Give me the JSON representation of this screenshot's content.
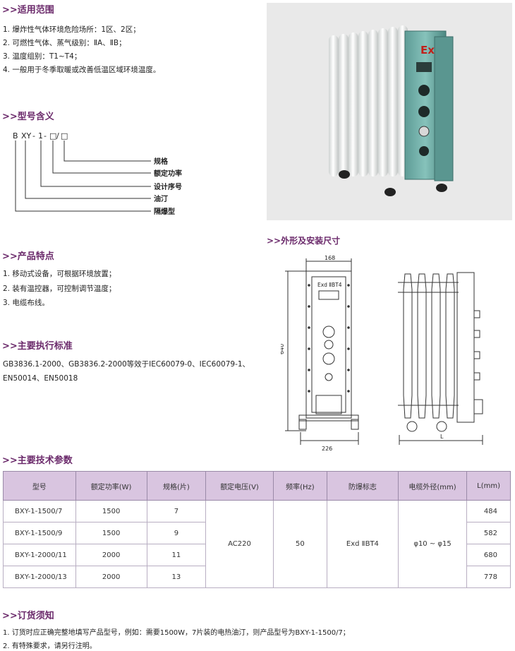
{
  "scope": {
    "title": ">>适用范围",
    "items": [
      "1. 爆炸性气体环境危险场所：1区、2区；",
      "2. 可燃性气体、蒸气级别：ⅡA、ⅡB；",
      "3. 温度组别：T1~T4；",
      "4. 一般用于冬季取暖或改善低温区域环境温度。"
    ]
  },
  "model_meaning": {
    "title": ">>型号含义",
    "code_parts": [
      "B",
      "XY",
      "-",
      "1",
      "-",
      "□",
      "/",
      "□"
    ],
    "labels": [
      "规格",
      "额定功率",
      "设计序号",
      "油汀",
      "隔爆型"
    ]
  },
  "features": {
    "title": ">>产品特点",
    "items": [
      "1. 移动式设备，可根据环境放置；",
      "2. 装有温控器，可控制调节温度；",
      "3. 电缆布线。"
    ]
  },
  "standards": {
    "title": ">>主要执行标准",
    "lines": [
      "GB3836.1-2000、GB3836.2-2000等效于IEC60079-0、IEC60079-1、",
      "EN50014、EN50018"
    ]
  },
  "dimensions": {
    "title": ">>外形及安装尺寸",
    "front_width_top": "168",
    "front_height": "640",
    "front_width_bottom": "226",
    "front_plate": "Exd ⅡBT4",
    "side_length": "L"
  },
  "photo": {
    "ex_mark": "Ex"
  },
  "specs": {
    "title": ">>主要技术参数",
    "headers": [
      "型号",
      "额定功率(W)",
      "规格(片)",
      "额定电压(V)",
      "频率(Hz)",
      "防爆标志",
      "电缆外径(mm)",
      "L(mm)"
    ],
    "rows": [
      {
        "model": "BXY-1-1500/7",
        "power": "1500",
        "pieces": "7",
        "L": "484"
      },
      {
        "model": "BXY-1-1500/9",
        "power": "1500",
        "pieces": "9",
        "L": "582"
      },
      {
        "model": "BXY-1-2000/11",
        "power": "2000",
        "pieces": "11",
        "L": "680"
      },
      {
        "model": "BXY-1-2000/13",
        "power": "2000",
        "pieces": "13",
        "L": "778"
      }
    ],
    "voltage": "AC220",
    "frequency": "50",
    "ex_mark": "Exd ⅡBT4",
    "cable": "φ10 ~ φ15"
  },
  "order": {
    "title": ">>订货须知",
    "items": [
      "1. 订货时应正确完整地填写产品型号，例如：需要1500W，7片装的电热油汀，则产品型号为BXY-1-1500/7；",
      "2. 有特殊要求，请另行注明。"
    ]
  }
}
